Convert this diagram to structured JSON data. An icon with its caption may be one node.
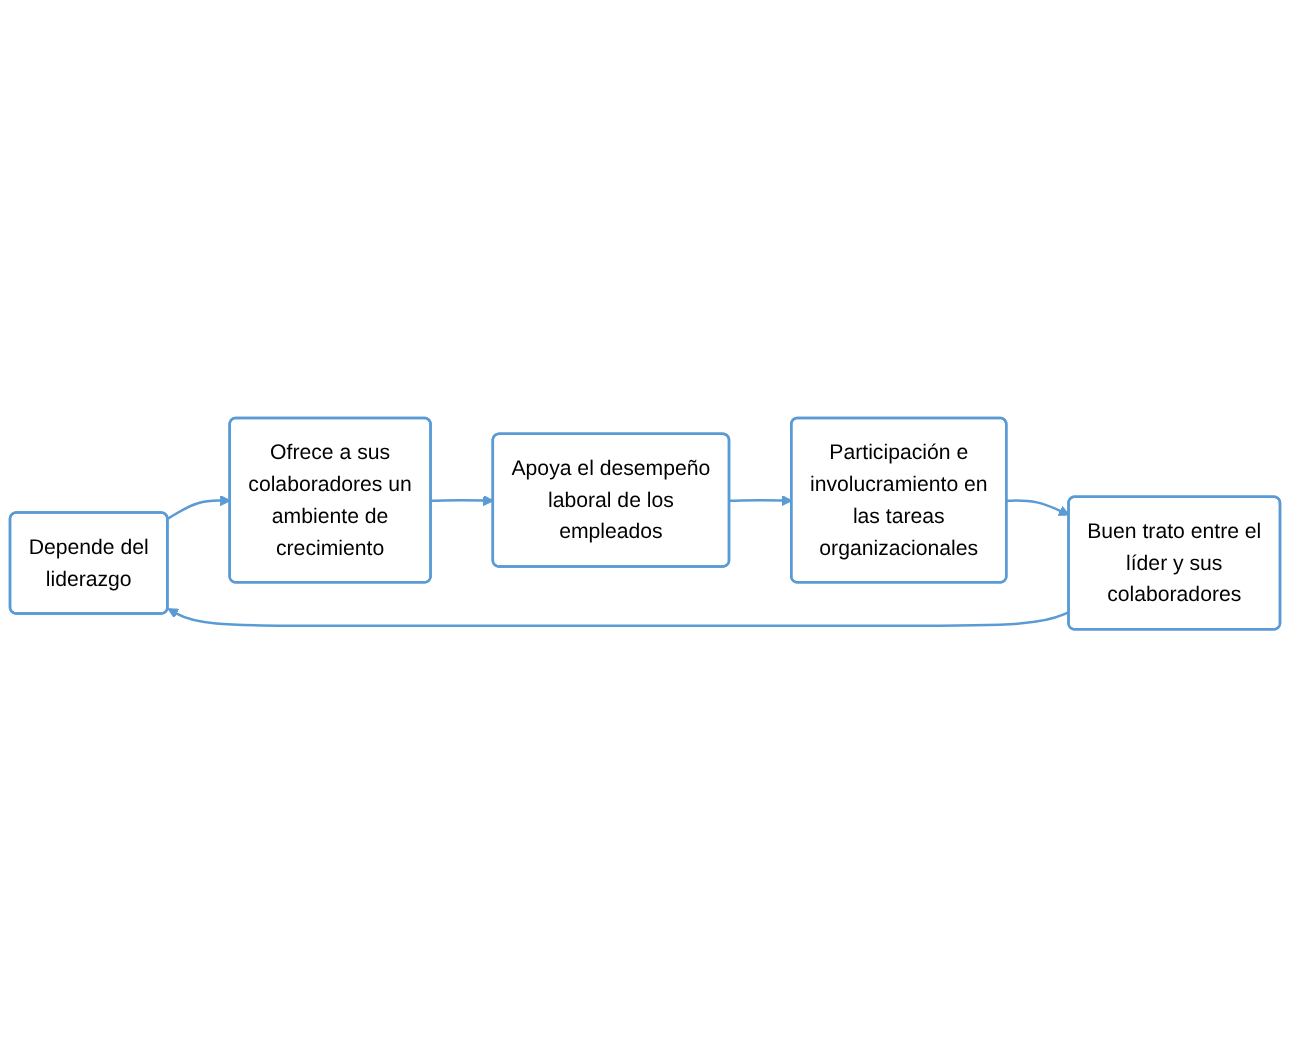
{
  "diagram": {
    "nodes": [
      {
        "text": [
          "Depende del liderazgo"
        ]
      },
      {
        "text": [
          "Ofrece a sus colaboradores un ambiente de crecimiento"
        ]
      },
      {
        "text": [
          "Apoya el desempeño laboral de los empleados"
        ]
      },
      {
        "text": [
          "Participación e involucramiento en las tareas organizacionales"
        ]
      },
      {
        "text": [
          "Buen trato entre el líder y sus colaboradores"
        ]
      }
    ],
    "edges": [
      {
        "from": 0,
        "to": 1,
        "arrow": "to"
      },
      {
        "from": 1,
        "to": 2,
        "arrow": "to"
      },
      {
        "from": 2,
        "to": 3,
        "arrow": "to"
      },
      {
        "from": 3,
        "to": 4,
        "arrow": "to"
      },
      {
        "from": 4,
        "to": 0,
        "arrow": "to"
      }
    ]
  }
}
